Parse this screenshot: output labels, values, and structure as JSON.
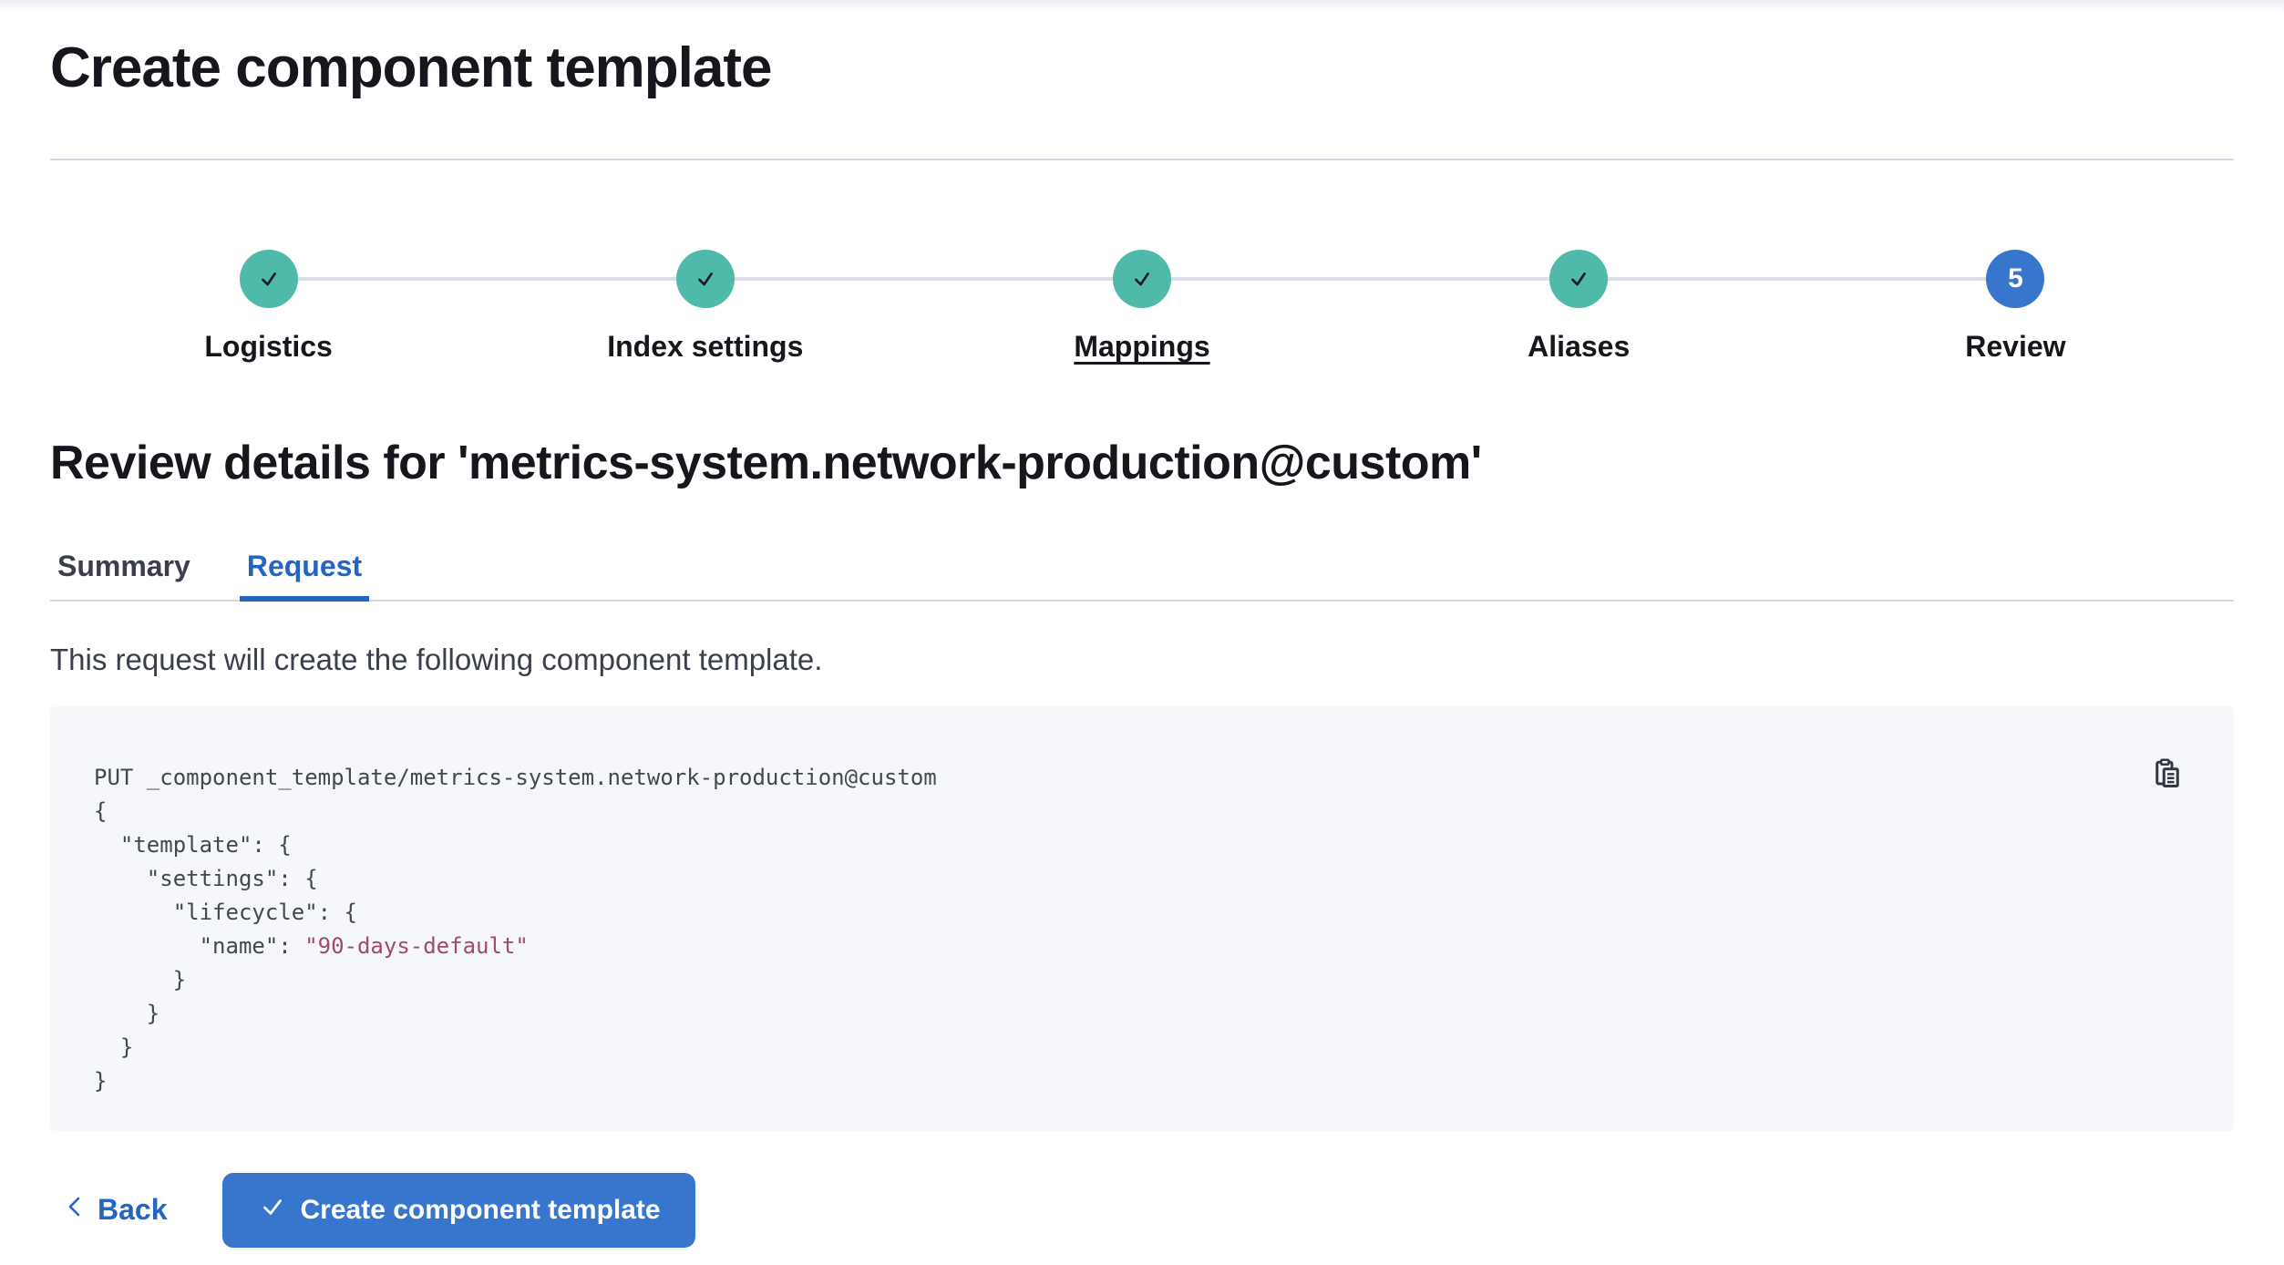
{
  "page": {
    "title": "Create component template"
  },
  "stepper": {
    "steps": [
      {
        "label": "Logistics",
        "status": "complete"
      },
      {
        "label": "Index settings",
        "status": "complete"
      },
      {
        "label": "Mappings",
        "status": "complete",
        "underlined": true
      },
      {
        "label": "Aliases",
        "status": "complete"
      },
      {
        "label": "Review",
        "status": "current",
        "number": "5"
      }
    ]
  },
  "review": {
    "heading": "Review details for 'metrics-system.network-production@custom'",
    "tabs": [
      {
        "label": "Summary",
        "active": false
      },
      {
        "label": "Request",
        "active": true
      }
    ],
    "description": "This request will create the following component template."
  },
  "code_block": {
    "copy_icon": "copy-clipboard-icon",
    "lines": [
      [
        {
          "t": "PUT _component_template/metrics-system.network-production@custom",
          "c": "default"
        }
      ],
      [
        {
          "t": "{",
          "c": "default"
        }
      ],
      [
        {
          "t": "  \"template\": {",
          "c": "default"
        }
      ],
      [
        {
          "t": "    \"settings\": {",
          "c": "default"
        }
      ],
      [
        {
          "t": "      \"lifecycle\": {",
          "c": "default"
        }
      ],
      [
        {
          "t": "        \"name\": ",
          "c": "default"
        },
        {
          "t": "\"90-days-default\"",
          "c": "string"
        }
      ],
      [
        {
          "t": "      }",
          "c": "default"
        }
      ],
      [
        {
          "t": "    }",
          "c": "default"
        }
      ],
      [
        {
          "t": "  }",
          "c": "default"
        }
      ],
      [
        {
          "t": "}",
          "c": "default"
        }
      ]
    ]
  },
  "footer": {
    "back_label": "Back",
    "create_label": "Create component template"
  },
  "icons": {
    "step_complete": "check-icon",
    "current_step_number": "step-number",
    "copy": "copy-clipboard-icon",
    "back": "chevron-left-icon",
    "create": "check-icon"
  },
  "colors": {
    "complete_step_teal": "#4FBAA9",
    "current_step_blue": "#3876CE",
    "primary_button_blue": "#3876CE",
    "link_blue": "#2265C3",
    "divider_gray": "#D3DAE6",
    "code_background": "#F5F7FA",
    "code_text": "#43474F",
    "code_string": "#A04A70",
    "heading_text": "#16171D",
    "body_text": "#3A3F4B"
  }
}
